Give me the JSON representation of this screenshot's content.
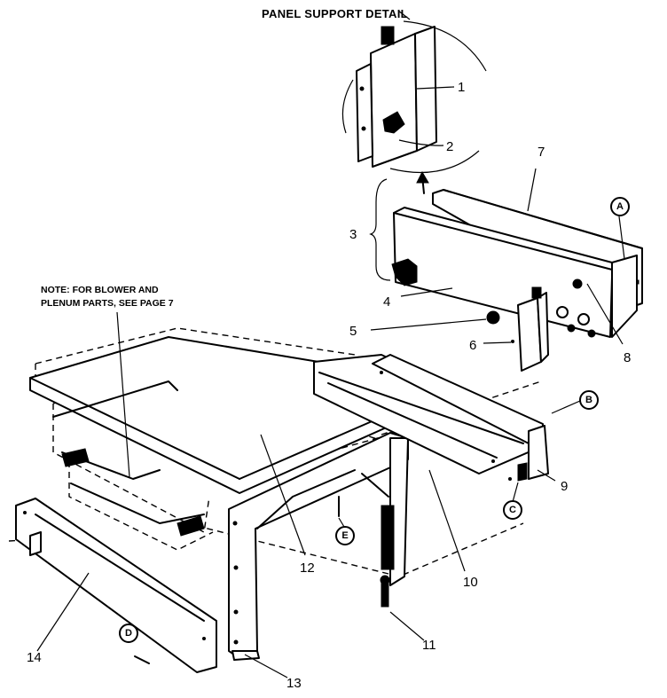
{
  "title": "PANEL SUPPORT DETAIL",
  "note_lines": [
    "NOTE: FOR BLOWER AND",
    "PLENUM PARTS, SEE PAGE 7"
  ],
  "callouts": {
    "c1": "1",
    "c2": "2",
    "c3": "3",
    "c4": "4",
    "c5": "5",
    "c6": "6",
    "c7": "7",
    "c8": "8",
    "c9": "9",
    "c10": "10",
    "c11": "11",
    "c12": "12",
    "c13": "13",
    "c14": "14"
  },
  "circled_callouts": {
    "A": "A",
    "B": "B",
    "C": "C",
    "D": "D",
    "E": "E"
  }
}
